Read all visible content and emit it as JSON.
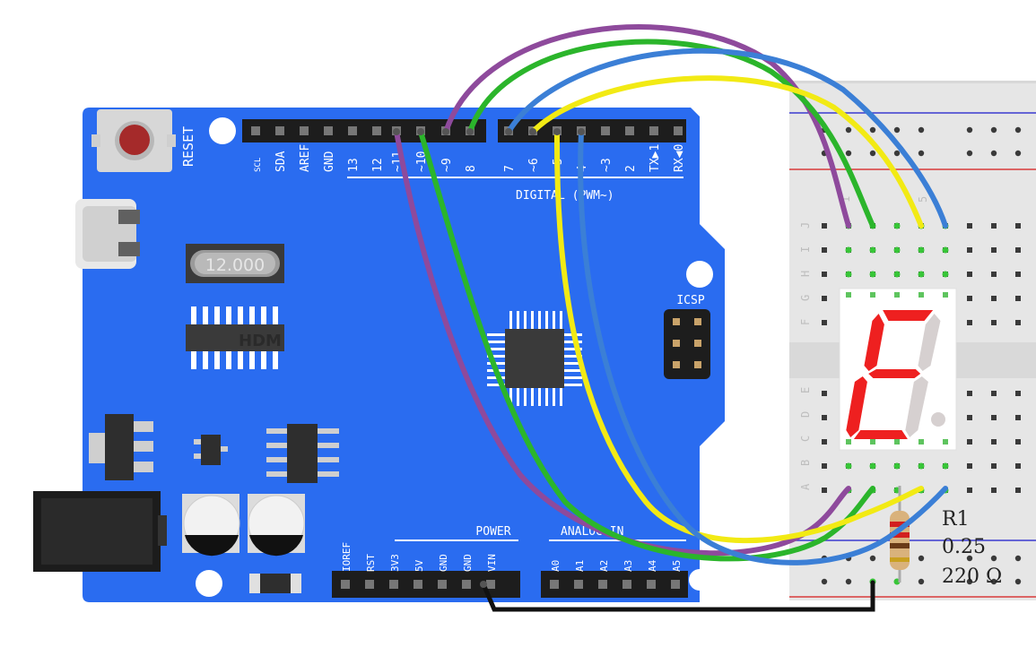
{
  "board": {
    "reset_label": "RESET",
    "crystal_label": "12.000",
    "chip_logo": "HDM",
    "icsp_label": "ICSP",
    "digital_label": "DIGITAL (PWM~)",
    "power_label": "POWER",
    "analog_label": "ANALOG IN",
    "top_pins": [
      "SCL",
      "SDA",
      "AREF",
      "GND",
      "13",
      "12",
      "~11",
      "~10",
      "~9",
      "8",
      "7",
      "~6",
      "~5",
      "4",
      "~3",
      "2",
      "TX▶1",
      "RX◀0"
    ],
    "power_pins": [
      "IOREF",
      "RST",
      "3V3",
      "5V",
      "GND",
      "GND",
      "VIN"
    ],
    "analog_pins": [
      "A0",
      "A1",
      "A2",
      "A3",
      "A4",
      "A5"
    ]
  },
  "breadboard": {
    "row_labels_top": [
      "J",
      "I",
      "H",
      "G",
      "F"
    ],
    "row_labels_bottom": [
      "E",
      "D",
      "C",
      "B",
      "A"
    ],
    "column_labels": [
      "1",
      "5"
    ]
  },
  "resistor": {
    "name": "R1",
    "power": "0.25",
    "value": "220 Ω"
  },
  "colors": {
    "board": "#2a6cf0",
    "purple_wire": "#8e4a9c",
    "green_wire": "#2bb52b",
    "yellow_wire": "#f2ea14",
    "blue_wire": "#3b7fd6",
    "black_wire": "#111111",
    "segment_on": "#ee2020",
    "segment_off": "#d6d0d0"
  }
}
